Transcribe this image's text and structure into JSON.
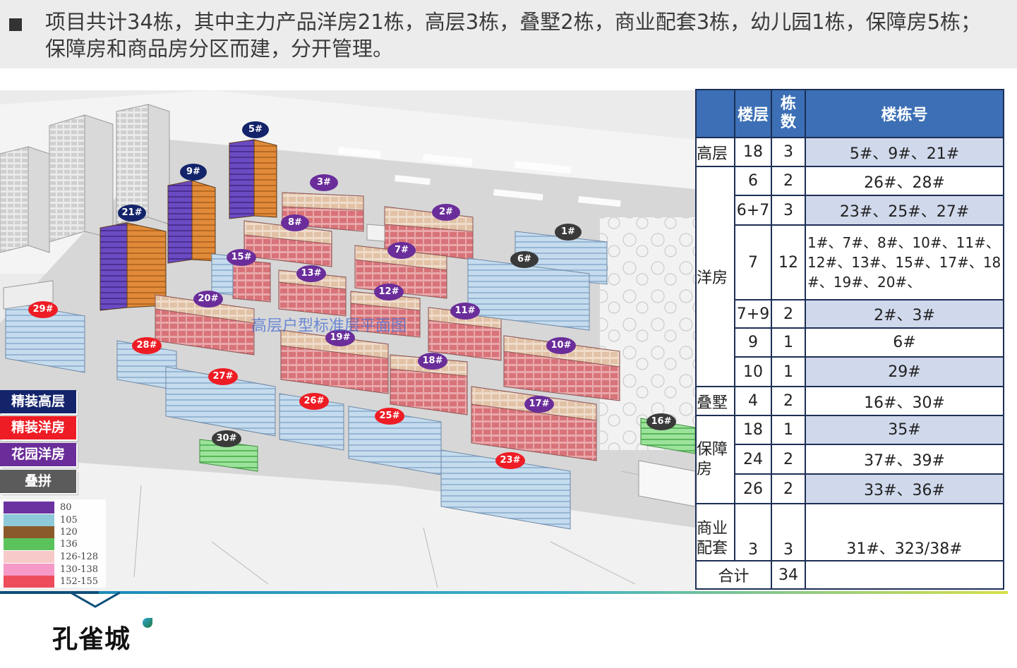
{
  "header": {
    "text": "项目共计34栋，其中主力产品洋房21栋，高层3栋，叠墅2栋，商业配套3栋，幼儿园1栋，保障房5栋；保障房和商品房分区而建，分开管理。"
  },
  "scene": {
    "title": "高层户型标准层平面图",
    "buildings": [
      {
        "id": "5#",
        "style": "navy"
      },
      {
        "id": "9#",
        "style": "navy"
      },
      {
        "id": "21#",
        "style": "navy"
      },
      {
        "id": "3#",
        "style": "purple"
      },
      {
        "id": "2#",
        "style": "purple"
      },
      {
        "id": "8#",
        "style": "purple"
      },
      {
        "id": "7#",
        "style": "purple"
      },
      {
        "id": "15#",
        "style": "purple"
      },
      {
        "id": "13#",
        "style": "purple"
      },
      {
        "id": "12#",
        "style": "purple"
      },
      {
        "id": "20#",
        "style": "purple"
      },
      {
        "id": "11#",
        "style": "purple"
      },
      {
        "id": "19#",
        "style": "purple"
      },
      {
        "id": "18#",
        "style": "purple"
      },
      {
        "id": "10#",
        "style": "purple"
      },
      {
        "id": "17#",
        "style": "purple"
      },
      {
        "id": "1#",
        "style": "gray"
      },
      {
        "id": "6#",
        "style": "gray"
      },
      {
        "id": "30#",
        "style": "gray"
      },
      {
        "id": "16#",
        "style": "gray"
      },
      {
        "id": "29#",
        "style": "red"
      },
      {
        "id": "28#",
        "style": "red"
      },
      {
        "id": "27#",
        "style": "red"
      },
      {
        "id": "26#",
        "style": "red"
      },
      {
        "id": "25#",
        "style": "red"
      },
      {
        "id": "23#",
        "style": "red"
      }
    ]
  },
  "legend": {
    "buttons": [
      {
        "label": "精装高层",
        "color": "#13246b"
      },
      {
        "label": "精装洋房",
        "color": "#ee1c24"
      },
      {
        "label": "花园洋房",
        "color": "#6a2d9a"
      },
      {
        "label": "叠拼",
        "color": "#5b5b5b"
      }
    ],
    "swatches": [
      {
        "value": "80",
        "color": "#6b33a0"
      },
      {
        "value": "105",
        "color": "#8ec9d9"
      },
      {
        "value": "120",
        "color": "#8b5a2b"
      },
      {
        "value": "136",
        "color": "#5cc35c"
      },
      {
        "value": "126-128",
        "color": "#f7c9c9"
      },
      {
        "value": "130-138",
        "color": "#f59ac8"
      },
      {
        "value": "152-155",
        "color": "#ee4b5b"
      }
    ]
  },
  "table": {
    "headers": {
      "floors": "楼层",
      "count": "栋数",
      "ids": "楼栋号"
    },
    "rows": [
      {
        "category": "高层",
        "floors": "18",
        "count": "3",
        "ids": "5#、9#、21#"
      },
      {
        "category": "",
        "floors": "6",
        "count": "2",
        "ids": "26#、28#"
      },
      {
        "category": "",
        "floors": "6+7",
        "count": "3",
        "ids": "23#、25#、27#"
      },
      {
        "category": "洋房",
        "floors": "7",
        "count": "12",
        "ids": "1#、7#、8#、10#、11#、12#、13#、15#、17#、18#、19#、20#、"
      },
      {
        "category": "",
        "floors": "7+9",
        "count": "2",
        "ids": "2#、3#"
      },
      {
        "category": "",
        "floors": "9",
        "count": "1",
        "ids": "6#"
      },
      {
        "category": "",
        "floors": "10",
        "count": "1",
        "ids": "29#"
      },
      {
        "category": "叠墅",
        "floors": "4",
        "count": "2",
        "ids": "16#、30#"
      },
      {
        "category": "",
        "floors": "18",
        "count": "1",
        "ids": "35#"
      },
      {
        "category": "保障房",
        "floors": "24",
        "count": "2",
        "ids": "37#、39#"
      },
      {
        "category": "",
        "floors": "26",
        "count": "2",
        "ids": "33#、36#"
      },
      {
        "category": "商业配套",
        "floors": "3",
        "count": "3",
        "ids": "31#、323/38#"
      }
    ],
    "total": {
      "label": "合计",
      "count": "34"
    }
  },
  "footer": {
    "logo_text": "孔雀城"
  }
}
